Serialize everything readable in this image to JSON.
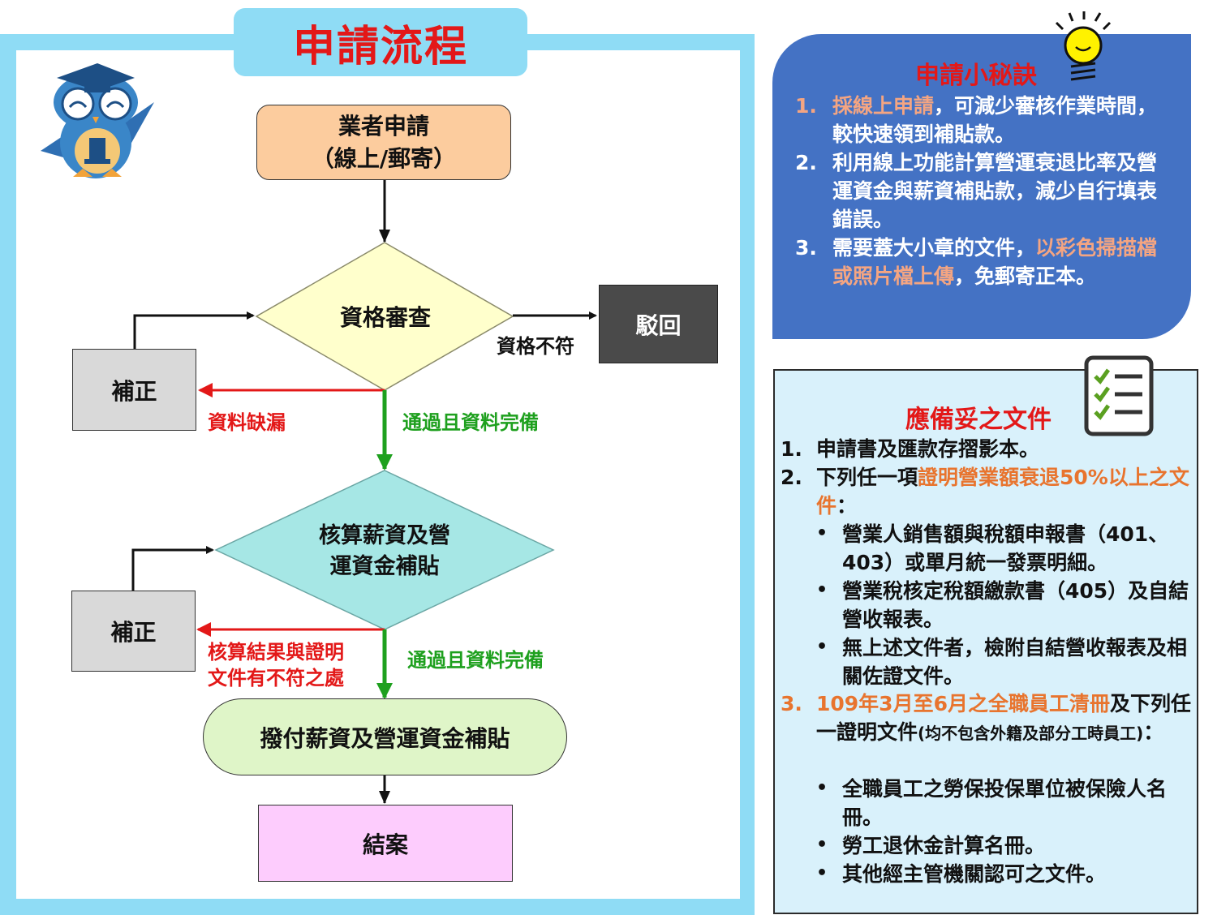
{
  "flow": {
    "title": "申請流程",
    "apply_line1": "業者申請",
    "apply_line2": "（線上/郵寄）",
    "review": "資格審查",
    "reject": "駁回",
    "reject_label": "資格不符",
    "correct1": "補正",
    "missing_label": "資料缺漏",
    "pass_label1": "通過且資料完備",
    "calc_line1": "核算薪資及營",
    "calc_line2": "運資金補貼",
    "correct2": "補正",
    "mismatch_line1": "核算結果與證明",
    "mismatch_line2": "文件有不符之處",
    "pass_label2": "通過且資料完備",
    "pay": "撥付薪資及營運資金補貼",
    "close": "結案"
  },
  "tips": {
    "title": "申請小秘訣",
    "items": [
      {
        "num": "1.",
        "hl": "採線上申請",
        "rest": "，可減少審核作業時間，較快速領到補貼款。"
      },
      {
        "num": "2.",
        "pre": "利用線上功能計算營運衰退比率及營運資金與薪資補貼款，減少自行填表錯誤。"
      },
      {
        "num": "3.",
        "pre": "需要蓋大小章的文件，",
        "hl": "以彩色掃描檔或照片檔上傳",
        "rest": "，免郵寄正本。"
      }
    ]
  },
  "docs": {
    "title": "應備妥之文件",
    "item1": {
      "num": "1.",
      "text": "申請書及匯款存摺影本。"
    },
    "item2": {
      "num": "2.",
      "pre": "下列任一項",
      "hl": "證明營業額衰退50%以上之文件",
      "rest": "："
    },
    "item2_bullets": [
      "營業人銷售額與稅額申報書（401、403）或單月統一發票明細。",
      "營業稅核定稅額繳款書（405）及自結營收報表。",
      "無上述文件者，檢附自結營收報表及相關佐證文件。"
    ],
    "item3": {
      "num": "3.",
      "hl": "109年3月至6月之全職員工清冊",
      "pre": "及下列任一證明文件",
      "small": "(均不包含外籍及部分工時員工)",
      "rest": "："
    },
    "item3_bullets": [
      "全職員工之勞保投保單位被保險人名冊。",
      "勞工退休金計算名冊。",
      "其他經主管機關認可之文件。"
    ],
    "bullet_char": "•"
  },
  "icons": {
    "owl": "owl-mascot-icon",
    "bulb": "lightbulb-icon",
    "checklist": "checklist-icon"
  },
  "colors": {
    "frame": "#8fdcf5",
    "title_red": "#e31818",
    "pass_green": "#1ea01e",
    "tips_blue": "#4472c4",
    "highlight_orange": "#e8742e"
  }
}
